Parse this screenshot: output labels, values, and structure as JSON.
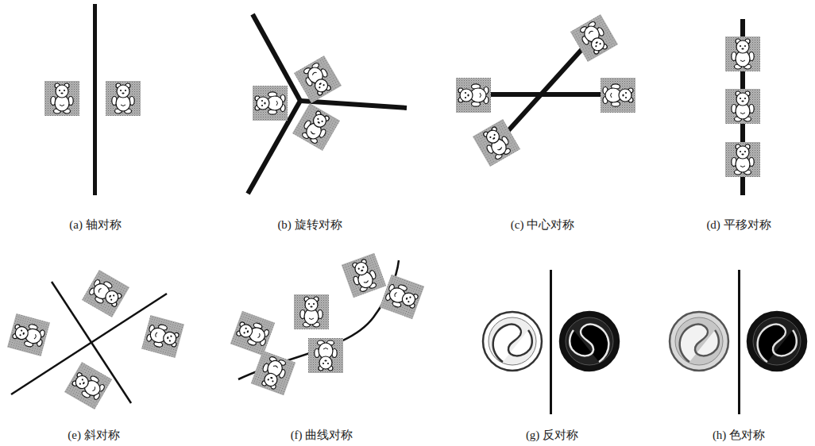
{
  "diagram": {
    "labels": [
      "(a) 轴对称",
      "(b) 旋转对称",
      "(c) 中心对称",
      "(d) 平移对称",
      "(e) 斜对称",
      "(f) 曲线对称",
      "(g) 反对称",
      "(h) 色对称"
    ]
  }
}
